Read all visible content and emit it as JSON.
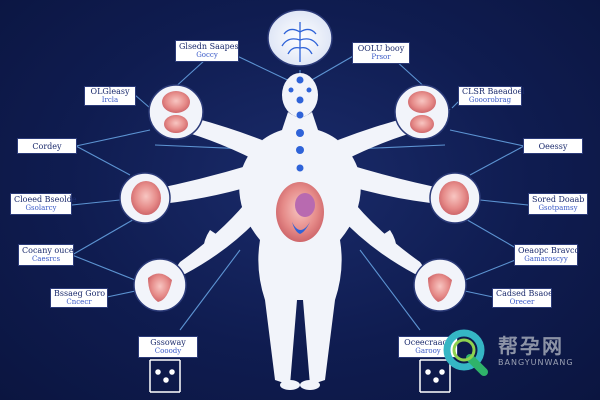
{
  "labels": {
    "top_left": {
      "line1": "Glsedn Saapes",
      "line2": "Goccy"
    },
    "top_right": {
      "line1": "OOLU booy",
      "line2": "Prsor"
    },
    "ul": {
      "line1": "OLGleasy",
      "line2": "Ircla"
    },
    "ur": {
      "line1": "CLSR Baeadoel",
      "line2": "Gooorobrag"
    },
    "ml": {
      "line1": "Cordey",
      "line2": ""
    },
    "mr": {
      "line1": "Oeessy",
      "line2": ""
    },
    "ll1": {
      "line1": "Cloeed Bseolde",
      "line2": "Gsolarcy"
    },
    "lr1": {
      "line1": "Sored Doaab",
      "line2": "Gsotpamsy"
    },
    "ll2": {
      "line1": "Cocany ouce",
      "line2": "Caesrcs"
    },
    "lr2": {
      "line1": "Oeaopc Bravcd",
      "line2": "Gamaroscyy"
    },
    "ll3": {
      "line1": "Bssaeg Goro",
      "line2": "Cncecr"
    },
    "lr3": {
      "line1": "Cadsed Bsaoe",
      "line2": "Orecer"
    },
    "bl": {
      "line1": "Gssoway",
      "line2": "Cooody"
    },
    "br": {
      "line1": "Oceecraaoy",
      "line2": "Garooy"
    }
  },
  "watermark": {
    "cn": "帮孕网",
    "en": "BANGYUNWANG"
  },
  "colors": {
    "bg": "#0e1a4a",
    "body": "#f2f4fa",
    "line": "#6aa8e8",
    "accent": "#2f63d8"
  }
}
